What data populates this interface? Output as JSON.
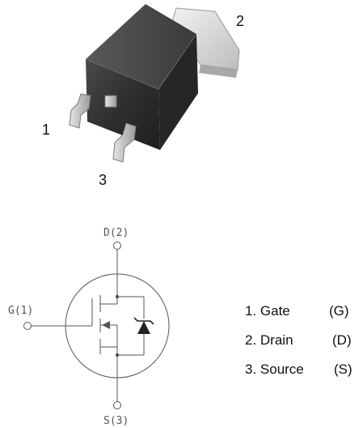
{
  "package": {
    "pin_numbers": [
      "1",
      "2",
      "3"
    ]
  },
  "schematic": {
    "drain_label": "D(2)",
    "gate_label": "G(1)",
    "source_label": "S(3)"
  },
  "legend": {
    "items": [
      {
        "text": "1. Gate",
        "code": "(G)"
      },
      {
        "text": "2. Drain",
        "code": "(D)"
      },
      {
        "text": "3. Source",
        "code": "(S)"
      }
    ]
  }
}
